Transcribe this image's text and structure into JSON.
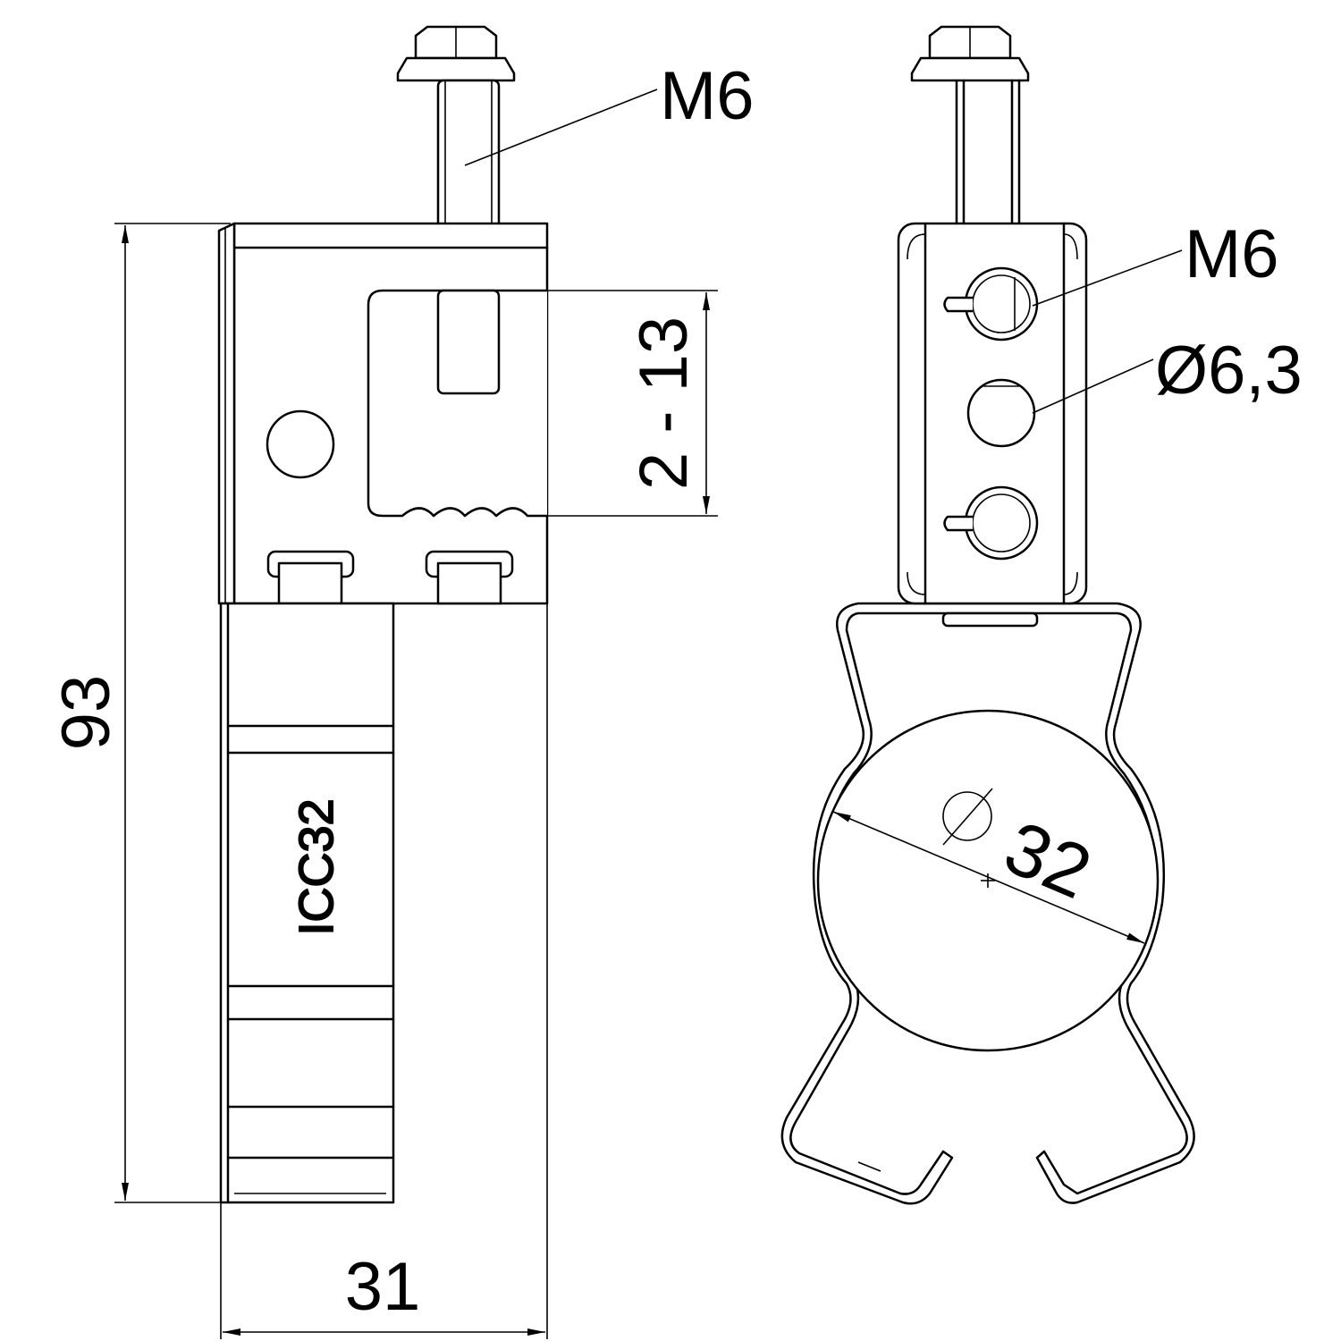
{
  "labels": {
    "bolt_left": "M6",
    "bolt_right": "M6",
    "hole_diameter": "Ø6,3",
    "clamp_range": "2 - 13",
    "height": "93",
    "width": "31",
    "pipe_diameter": "32",
    "marking": "ICC32"
  },
  "icons": {
    "diameter_symbol": "diameter-icon"
  }
}
